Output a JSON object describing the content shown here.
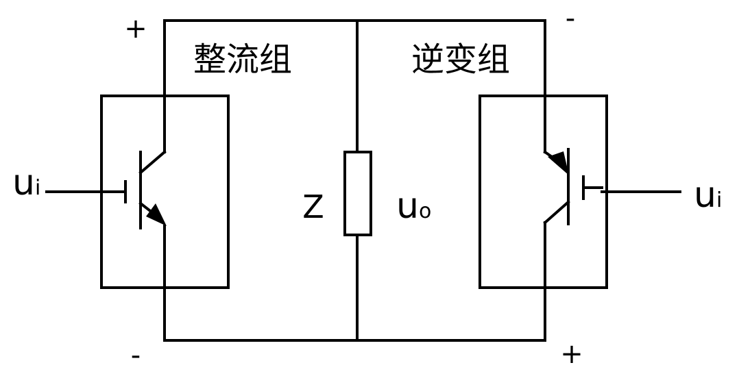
{
  "labels": {
    "top_left_sign": "+",
    "top_right_sign": "-",
    "bottom_left_sign": "-",
    "bottom_right_sign": "+",
    "rectifier_group": "整流组",
    "inverter_group": "逆变组",
    "load_name": "Z",
    "input_left": {
      "main": "u",
      "sub": "i"
    },
    "input_right": {
      "main": "u",
      "sub": "i"
    },
    "output": {
      "main": "u",
      "sub": "o"
    }
  },
  "colors": {
    "line": "#000000",
    "background": "#ffffff"
  }
}
